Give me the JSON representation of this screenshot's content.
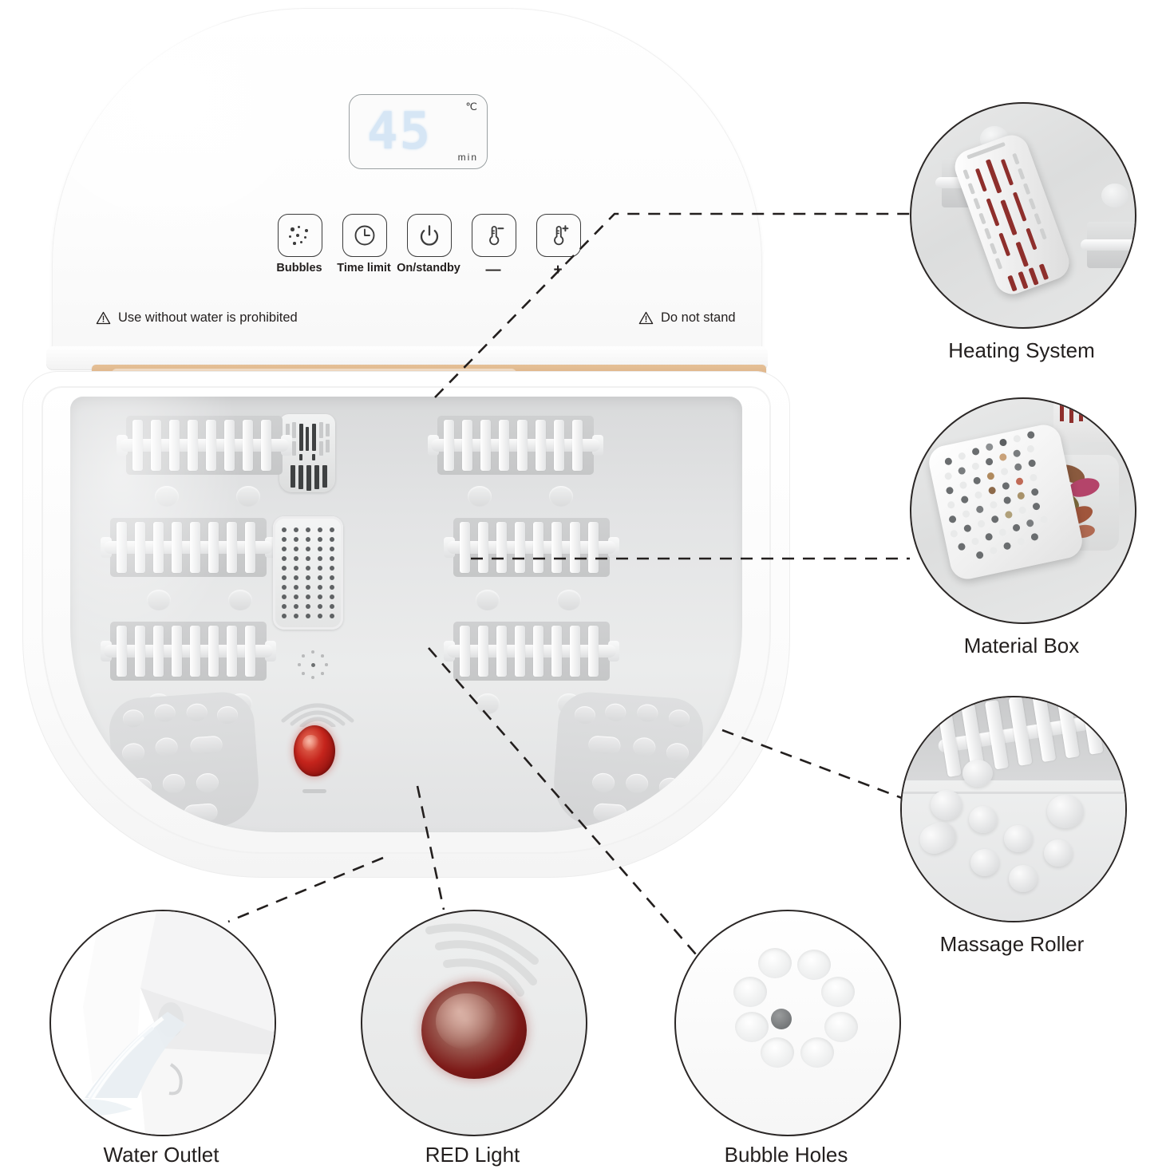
{
  "product": {
    "name": "foot-spa-massager",
    "display": {
      "value": "45",
      "temp_unit": "℃",
      "time_unit": "min"
    },
    "buttons": [
      {
        "icon": "bubbles-icon",
        "label": "Bubbles"
      },
      {
        "icon": "clock-icon",
        "label": "Time limit"
      },
      {
        "icon": "power-icon",
        "label": "On/standby"
      },
      {
        "icon": "thermometer-minus-icon",
        "label": "—"
      },
      {
        "icon": "thermometer-plus-icon",
        "label": "+"
      }
    ],
    "warnings": [
      {
        "icon": "warning-triangle-icon",
        "text": "Use without water is prohibited"
      },
      {
        "icon": "warning-triangle-icon",
        "text": "Do not stand"
      }
    ]
  },
  "callouts": [
    {
      "id": "heating",
      "label": "Heating System"
    },
    {
      "id": "matbox",
      "label": "Material Box"
    },
    {
      "id": "massage",
      "label": "Massage Roller"
    },
    {
      "id": "water",
      "label": "Water Outlet"
    },
    {
      "id": "red",
      "label": "RED Light"
    },
    {
      "id": "bubbles",
      "label": "Bubble Holes"
    }
  ],
  "colors": {
    "gold_band": "#dcb185",
    "red_light": "#c5241c",
    "lcd_digit": "#d6e6f5",
    "basin_gray": "#e3e4e5",
    "outline": "#2b2726"
  }
}
